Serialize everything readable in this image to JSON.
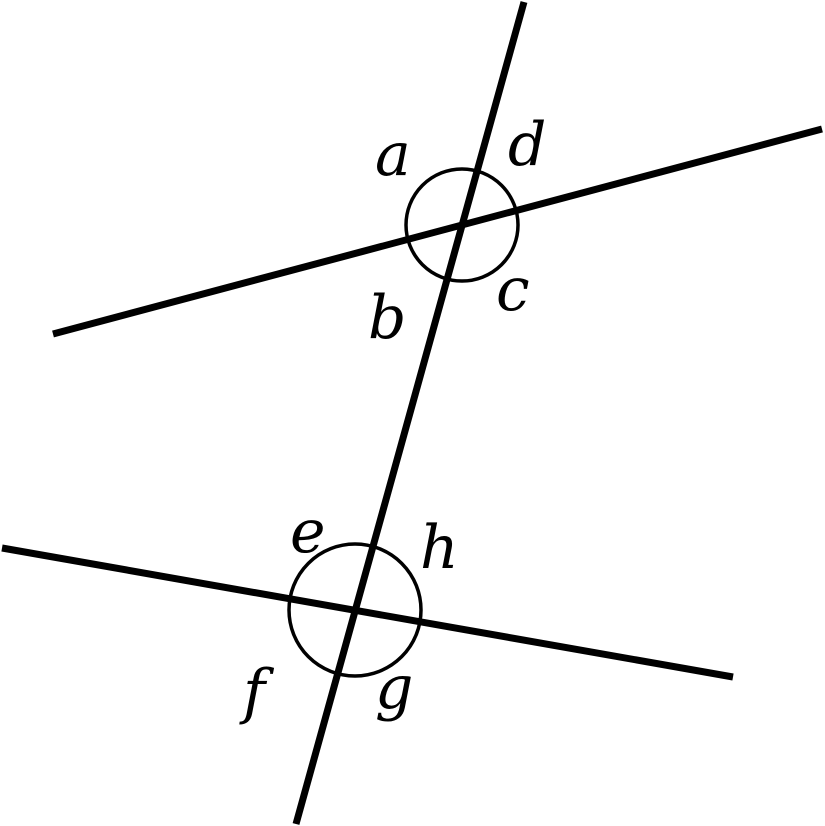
{
  "diagram": {
    "stroke_color": "#000000",
    "background_color": "#ffffff",
    "top_intersection": {
      "labels": [
        "a",
        "d",
        "b",
        "c"
      ]
    },
    "bottom_intersection": {
      "labels": [
        "e",
        "h",
        "f",
        "g"
      ]
    }
  }
}
